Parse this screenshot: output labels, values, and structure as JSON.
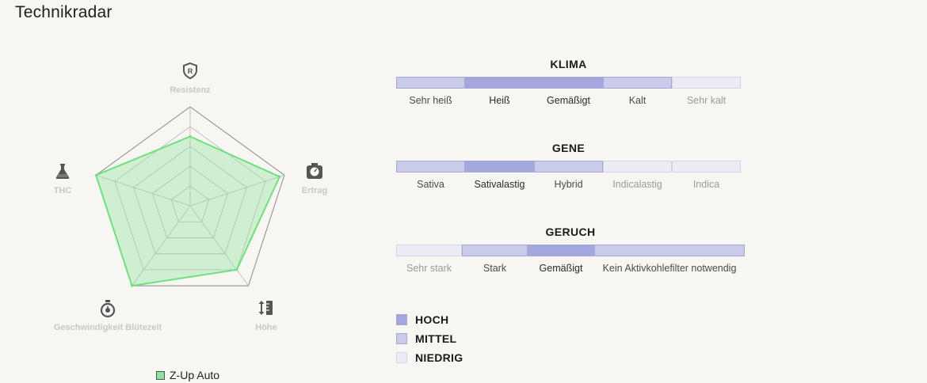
{
  "page": {
    "title": "Technikradar"
  },
  "radar": {
    "axes": [
      {
        "label": "Resistenz",
        "icon": "shield-r-icon",
        "value": 0.7
      },
      {
        "label": "Ertrag",
        "icon": "scale-weight-icon",
        "value": 0.95
      },
      {
        "label": "Höhe",
        "icon": "height-ruler-icon",
        "value": 0.8
      },
      {
        "label": "Geschwindigkeit Blütezeit",
        "icon": "stopwatch-icon",
        "value": 1.0
      },
      {
        "label": "THC",
        "icon": "flask-icon",
        "value": 1.0
      }
    ],
    "series_name": "Z-Up Auto",
    "series_fill": "#8fe39f",
    "series_stroke": "#6ee07e"
  },
  "scales": [
    {
      "title": "KLIMA",
      "segments": [
        {
          "label": "Sehr heiß",
          "level": "mid"
        },
        {
          "label": "Heiß",
          "level": "high"
        },
        {
          "label": "Gemäßigt",
          "level": "high"
        },
        {
          "label": "Kalt",
          "level": "mid"
        },
        {
          "label": "Sehr kalt",
          "level": "low"
        }
      ]
    },
    {
      "title": "GENE",
      "segments": [
        {
          "label": "Sativa",
          "level": "mid"
        },
        {
          "label": "Sativalastig",
          "level": "high"
        },
        {
          "label": "Hybrid",
          "level": "mid"
        },
        {
          "label": "Indicalastig",
          "level": "low"
        },
        {
          "label": "Indica",
          "level": "low"
        }
      ]
    },
    {
      "title": "GERUCH",
      "segments": [
        {
          "label": "Sehr stark",
          "level": "low"
        },
        {
          "label": "Stark",
          "level": "mid"
        },
        {
          "label": "Gemäßigt",
          "level": "high"
        },
        {
          "label": "Kein Aktivkohlefilter notwendig",
          "level": "mid"
        }
      ]
    }
  ],
  "level_legend": [
    {
      "label": "HOCH",
      "level": "high"
    },
    {
      "label": "MITTEL",
      "level": "mid"
    },
    {
      "label": "NIEDRIG",
      "level": "low"
    }
  ],
  "colors": {
    "high": "#a3a7dd",
    "mid": "#c9cbe8",
    "low": "#ececf4"
  }
}
